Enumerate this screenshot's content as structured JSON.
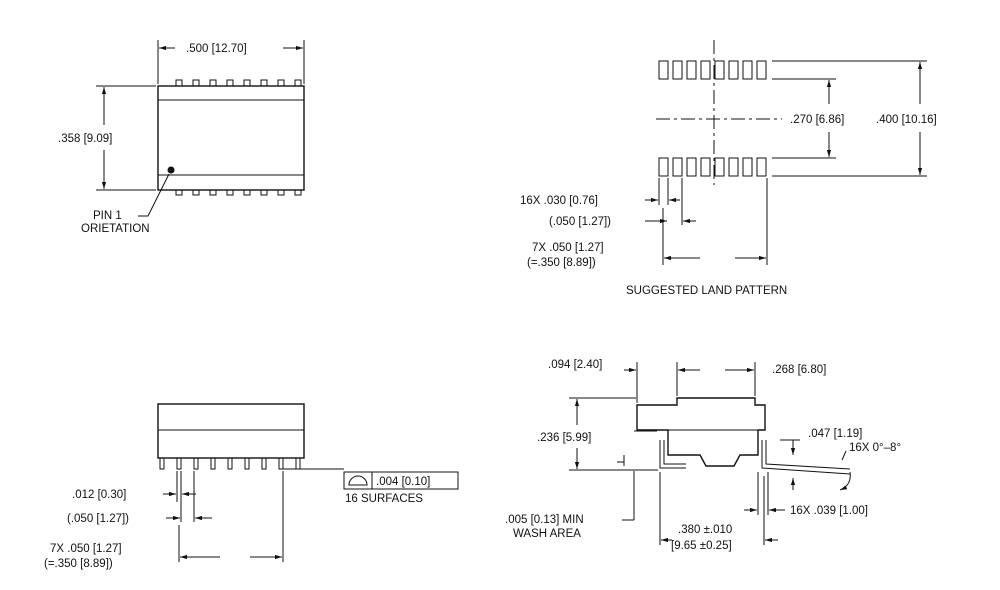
{
  "top_left": {
    "width_dim": ".500  [12.70]",
    "height_dim": ".358  [9.09]",
    "pin1_line1": "PIN  1",
    "pin1_line2": "ORIETATION"
  },
  "land_pattern": {
    "pad_pitch_dim": ".270  [6.86]",
    "overall_dim": ".400  [10.16]",
    "pad_width_dim": "16X  .030  [0.76]",
    "pitch_ref_dim": "(.050  [1.27])",
    "span_dim_line1": "7X  .050  [1.27]",
    "span_dim_line2": "(=.350  [8.89])",
    "caption": "SUGGESTED  LAND  PATTERN"
  },
  "bottom_left": {
    "lead_width_dim": ".012  [0.30]",
    "pitch_ref_dim": "(.050  [1.27])",
    "span_dim_line1": "7X  .050  [1.27]",
    "span_dim_line2": "(=.350  [8.89])",
    "coplanarity_value": ".004  [0.10]",
    "coplanarity_note": "16  SURFACES"
  },
  "side_view": {
    "standoff_dim": ".094  [2.40]",
    "top_width_dim": ".268  [6.80]",
    "height_dim": ".236  [5.99]",
    "lead_thickness_dim": ".047  [1.19]",
    "angle_dim": "16X  0°–8°",
    "foot_length_dim": "16X  .039  [1.00]",
    "wash_line1": ".005  [0.13]  MIN",
    "wash_line2": "WASH  AREA",
    "span_line1": ".380  ±.010",
    "span_line2": "[9.65  ±0.25]"
  }
}
